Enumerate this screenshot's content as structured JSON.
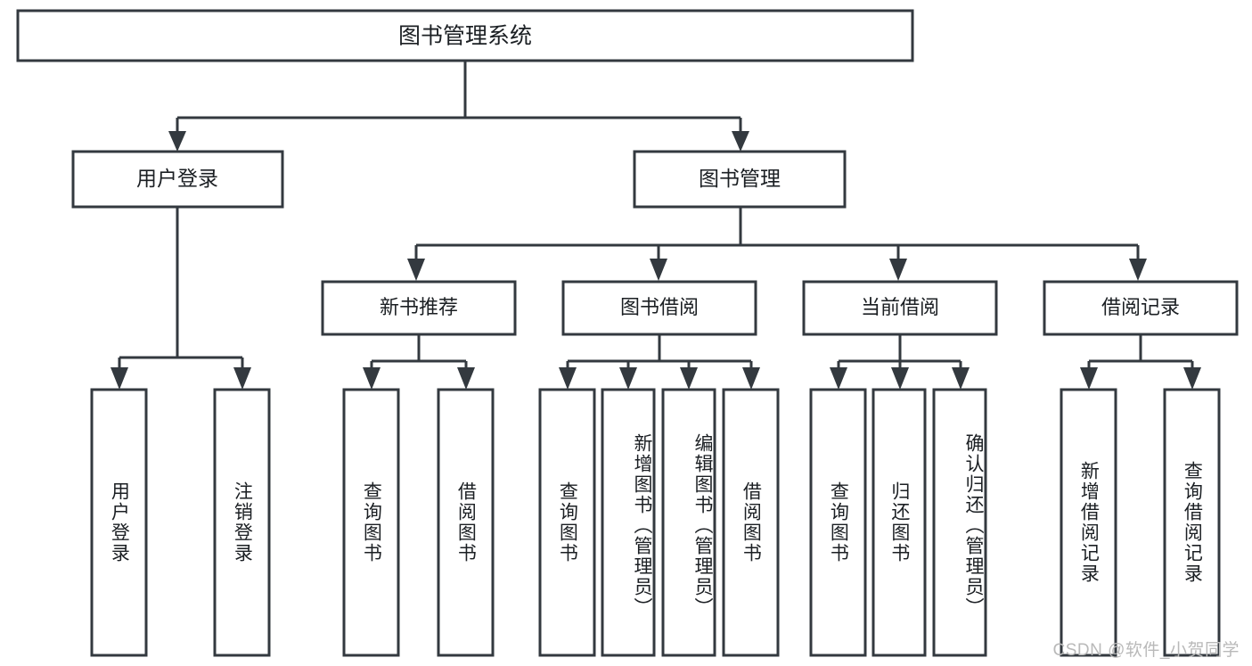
{
  "diagram": {
    "type": "tree",
    "title": "图书管理系统",
    "watermark": "CSDN @软件_小贺同学",
    "colors": {
      "stroke": "#33393f",
      "fill": "#ffffff",
      "text": "#1b1f23",
      "watermark": "#b9b9b9",
      "background": "#ffffff"
    },
    "root": {
      "label": "图书管理系统"
    },
    "level2": [
      {
        "label": "用户登录"
      },
      {
        "label": "图书管理"
      }
    ],
    "level3": [
      {
        "label": "新书推荐"
      },
      {
        "label": "图书借阅"
      },
      {
        "label": "当前借阅"
      },
      {
        "label": "借阅记录"
      }
    ],
    "leaves": {
      "user_login": [
        {
          "label": "用户登录"
        },
        {
          "label": "注销登录"
        }
      ],
      "new_book_recommend": [
        {
          "label": "查询图书"
        },
        {
          "label": "借阅图书"
        }
      ],
      "book_borrow": [
        {
          "label": "查询图书"
        },
        {
          "label": "新增图书（管理员）"
        },
        {
          "label": "编辑图书（管理员）"
        },
        {
          "label": "借阅图书"
        }
      ],
      "current_borrow": [
        {
          "label": "查询图书"
        },
        {
          "label": "归还图书"
        },
        {
          "label": "确认归还（管理员）"
        }
      ],
      "borrow_record": [
        {
          "label": "新增借阅记录"
        },
        {
          "label": "查询借阅记录"
        }
      ]
    }
  }
}
